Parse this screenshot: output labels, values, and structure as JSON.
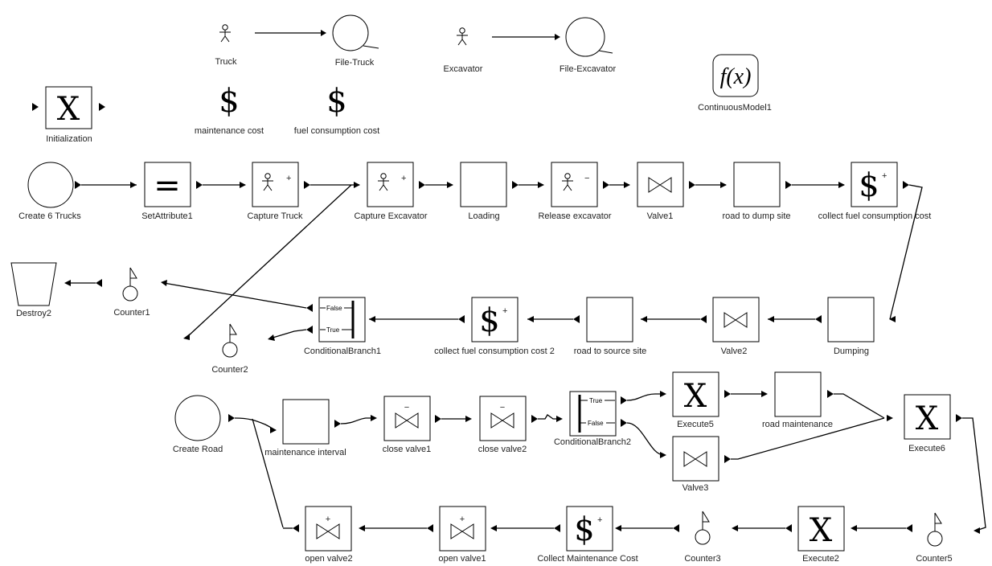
{
  "resources": {
    "truck": "Truck",
    "file_truck": "File-Truck",
    "excavator": "Excavator",
    "file_excavator": "File-Excavator"
  },
  "costs": {
    "maintenance": "maintenance cost",
    "fuel": "fuel consumption cost"
  },
  "continuous_model": "ContinuousModel1",
  "initialization": "Initialization",
  "row1": {
    "create": "Create 6 Trucks",
    "set_attribute": "SetAttribute1",
    "capture_truck": "Capture Truck",
    "capture_excavator": "Capture Excavator",
    "loading": "Loading",
    "release_excavator": "Release excavator",
    "valve1": "Valve1",
    "road_dump": "road to dump site",
    "collect_fuel": "collect fuel consumption cost"
  },
  "row2": {
    "destroy": "Destroy2",
    "counter1": "Counter1",
    "counter2": "Counter2",
    "cond_branch": "ConditionalBranch1",
    "false_label": "False",
    "true_label": "True",
    "collect_fuel2": "collect fuel consumption cost 2",
    "road_source": "road to source site",
    "valve2": "Valve2",
    "dumping": "Dumping"
  },
  "row3": {
    "create_road": "Create Road",
    "maint_interval": "maintenance interval",
    "close_valve1": "close valve1",
    "close_valve2": "close valve2",
    "cond_branch2": "ConditionalBranch2",
    "true_label": "True",
    "false_label": "False",
    "execute5": "Execute5",
    "road_maint": "road maintenance",
    "valve3": "Valve3",
    "execute6": "Execute6"
  },
  "row4": {
    "open_valve2": "open valve2",
    "open_valve1": "open valve1",
    "collect_maint": "Collect Maintenance Cost",
    "counter3": "Counter3",
    "execute2": "Execute2",
    "counter5": "Counter5"
  },
  "glyphs": {
    "x": "X",
    "equals": "=",
    "dollar": "$",
    "plus": "+",
    "minus": "−",
    "fx": "f(x)"
  }
}
